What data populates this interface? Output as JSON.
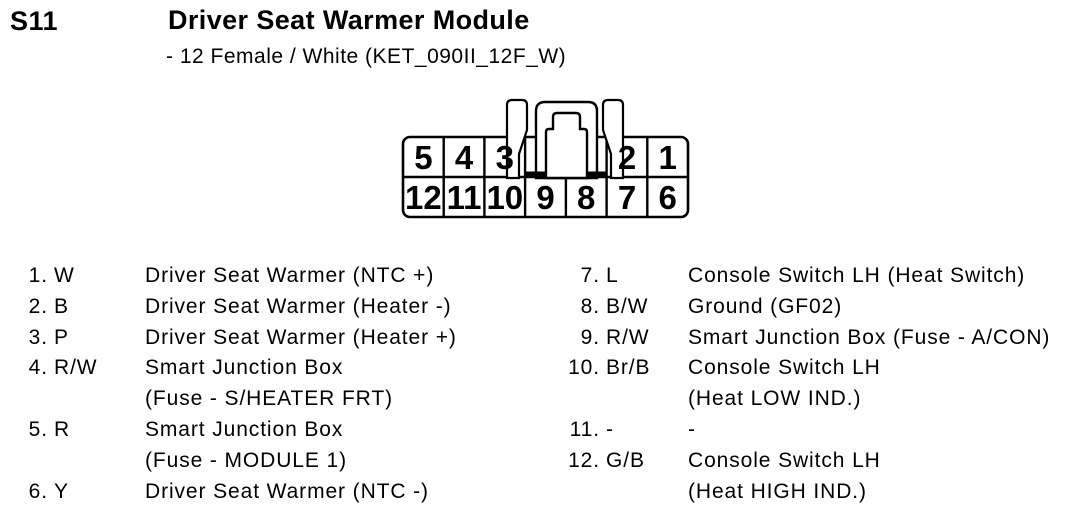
{
  "header": {
    "code": "S11",
    "title": "Driver Seat Warmer Module",
    "subtitle": "- 12 Female / White (KET_090II_12F_W)"
  },
  "connector": {
    "top_row": [
      "5",
      "4",
      "3",
      "2",
      "1"
    ],
    "bottom_row": [
      "12",
      "11",
      "10",
      "9",
      "8",
      "7",
      "6"
    ]
  },
  "pins": {
    "left": [
      {
        "num": "1.",
        "code": "W",
        "line1": "Driver Seat Warmer (NTC +)"
      },
      {
        "num": "2.",
        "code": "B",
        "line1": "Driver Seat Warmer (Heater -)"
      },
      {
        "num": "3.",
        "code": "P",
        "line1": "Driver Seat Warmer (Heater +)"
      },
      {
        "num": "4.",
        "code": "R/W",
        "line1": "Smart Junction Box",
        "line2": "(Fuse - S/HEATER FRT)"
      },
      {
        "num": "5.",
        "code": "R",
        "line1": "Smart Junction Box",
        "line2": "(Fuse - MODULE 1)"
      },
      {
        "num": "6.",
        "code": "Y",
        "line1": "Driver Seat Warmer (NTC -)"
      }
    ],
    "right": [
      {
        "num": "7.",
        "code": "L",
        "line1": "Console Switch LH (Heat Switch)"
      },
      {
        "num": "8.",
        "code": "B/W",
        "line1": "Ground (GF02)"
      },
      {
        "num": "9.",
        "code": "R/W",
        "line1": "Smart Junction Box (Fuse - A/CON)"
      },
      {
        "num": "10.",
        "code": "Br/B",
        "line1": "Console Switch LH",
        "line2": "(Heat LOW IND.)"
      },
      {
        "num": "11.",
        "code": "-",
        "line1": "-"
      },
      {
        "num": "12.",
        "code": "G/B",
        "line1": "Console Switch LH",
        "line2": "(Heat HIGH IND.)"
      }
    ]
  }
}
